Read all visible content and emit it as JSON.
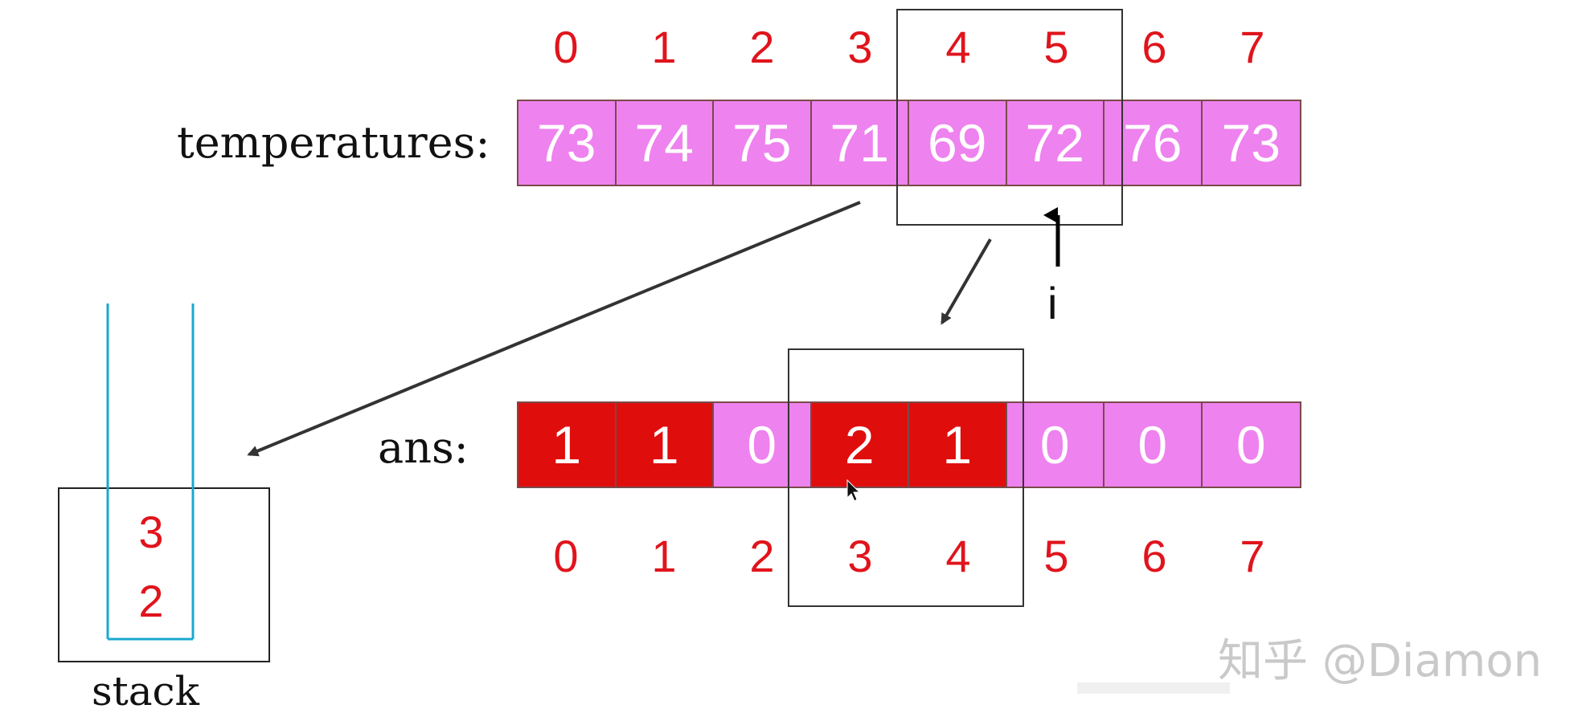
{
  "temperatures": {
    "label": "temperatures:",
    "indices": [
      "0",
      "1",
      "2",
      "3",
      "4",
      "5",
      "6",
      "7"
    ],
    "values": [
      "73",
      "74",
      "75",
      "71",
      "69",
      "72",
      "76",
      "73"
    ]
  },
  "ans": {
    "label": "ans:",
    "values": [
      "1",
      "1",
      "0",
      "2",
      "1",
      "0",
      "0",
      "0"
    ],
    "indices": [
      "0",
      "1",
      "2",
      "3",
      "4",
      "5",
      "6",
      "7"
    ],
    "highlighted": [
      true,
      true,
      false,
      true,
      true,
      false,
      false,
      false
    ]
  },
  "pointer": {
    "label": "i",
    "target_index": 5
  },
  "stack": {
    "items": [
      "3",
      "2"
    ],
    "label": "stack"
  },
  "watermark": "知乎 @Diamon",
  "colors": {
    "cell_fill": "#ee82ee",
    "cell_highlight": "#e00d0d",
    "index_text": "#e0141c",
    "stack_lines": "#1aa8d0"
  }
}
